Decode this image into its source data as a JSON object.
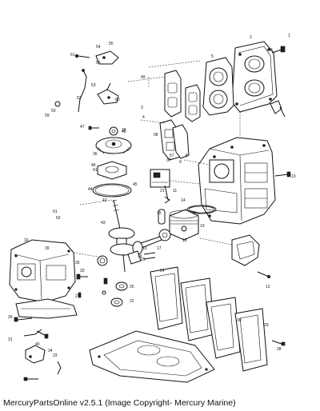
{
  "caption": "MercuryPartsOnline v2.5.1 (Image Copyright- Mercury Marine)",
  "diagram": {
    "part_numbers": [
      {
        "id": "n1",
        "label": "1"
      },
      {
        "id": "n2",
        "label": "2"
      },
      {
        "id": "n3",
        "label": "3"
      },
      {
        "id": "n4",
        "label": "4"
      },
      {
        "id": "n5",
        "label": "5"
      },
      {
        "id": "n6",
        "label": "6"
      },
      {
        "id": "n8",
        "label": "8"
      },
      {
        "id": "n9",
        "label": "9"
      },
      {
        "id": "n10",
        "label": "10"
      },
      {
        "id": "n11",
        "label": "11"
      },
      {
        "id": "n12",
        "label": "12"
      },
      {
        "id": "n13",
        "label": "13"
      },
      {
        "id": "n14",
        "label": "14"
      },
      {
        "id": "n15",
        "label": "15"
      },
      {
        "id": "n16",
        "label": "16"
      },
      {
        "id": "n17",
        "label": "17"
      },
      {
        "id": "n18",
        "label": "18"
      },
      {
        "id": "n19",
        "label": "19"
      },
      {
        "id": "n20",
        "label": "20"
      },
      {
        "id": "n21",
        "label": "21"
      },
      {
        "id": "n22",
        "label": "22"
      },
      {
        "id": "n23",
        "label": "23"
      },
      {
        "id": "n24",
        "label": "24"
      },
      {
        "id": "n25",
        "label": "25"
      },
      {
        "id": "n26",
        "label": "26"
      },
      {
        "id": "n27",
        "label": "27"
      },
      {
        "id": "n28",
        "label": "28"
      },
      {
        "id": "n29",
        "label": "29"
      },
      {
        "id": "n30",
        "label": "30"
      },
      {
        "id": "n31",
        "label": "31"
      },
      {
        "id": "n32",
        "label": "32"
      },
      {
        "id": "n33",
        "label": "33"
      },
      {
        "id": "n34",
        "label": "34"
      },
      {
        "id": "n35",
        "label": "35"
      },
      {
        "id": "n36",
        "label": "36"
      },
      {
        "id": "n37",
        "label": "37"
      },
      {
        "id": "n38",
        "label": "38"
      },
      {
        "id": "n39",
        "label": "39"
      },
      {
        "id": "n40",
        "label": "40"
      },
      {
        "id": "n41",
        "label": "41"
      },
      {
        "id": "n42",
        "label": "42"
      },
      {
        "id": "n43",
        "label": "43"
      },
      {
        "id": "n44",
        "label": "44"
      },
      {
        "id": "n45",
        "label": "45"
      },
      {
        "id": "n46",
        "label": "46"
      },
      {
        "id": "n47",
        "label": "47"
      },
      {
        "id": "n48",
        "label": "48"
      },
      {
        "id": "n49",
        "label": "49"
      },
      {
        "id": "n50",
        "label": "50"
      },
      {
        "id": "n51",
        "label": "51"
      },
      {
        "id": "n52",
        "label": "52"
      },
      {
        "id": "n53",
        "label": "53"
      },
      {
        "id": "n54",
        "label": "54"
      },
      {
        "id": "n55",
        "label": "55"
      },
      {
        "id": "n56",
        "label": "56"
      },
      {
        "id": "n57",
        "label": "57"
      },
      {
        "id": "n58",
        "label": "58"
      },
      {
        "id": "n59",
        "label": "59"
      },
      {
        "id": "n60",
        "label": "60"
      },
      {
        "id": "n61",
        "label": "61"
      },
      {
        "id": "n62",
        "label": "62"
      }
    ]
  }
}
